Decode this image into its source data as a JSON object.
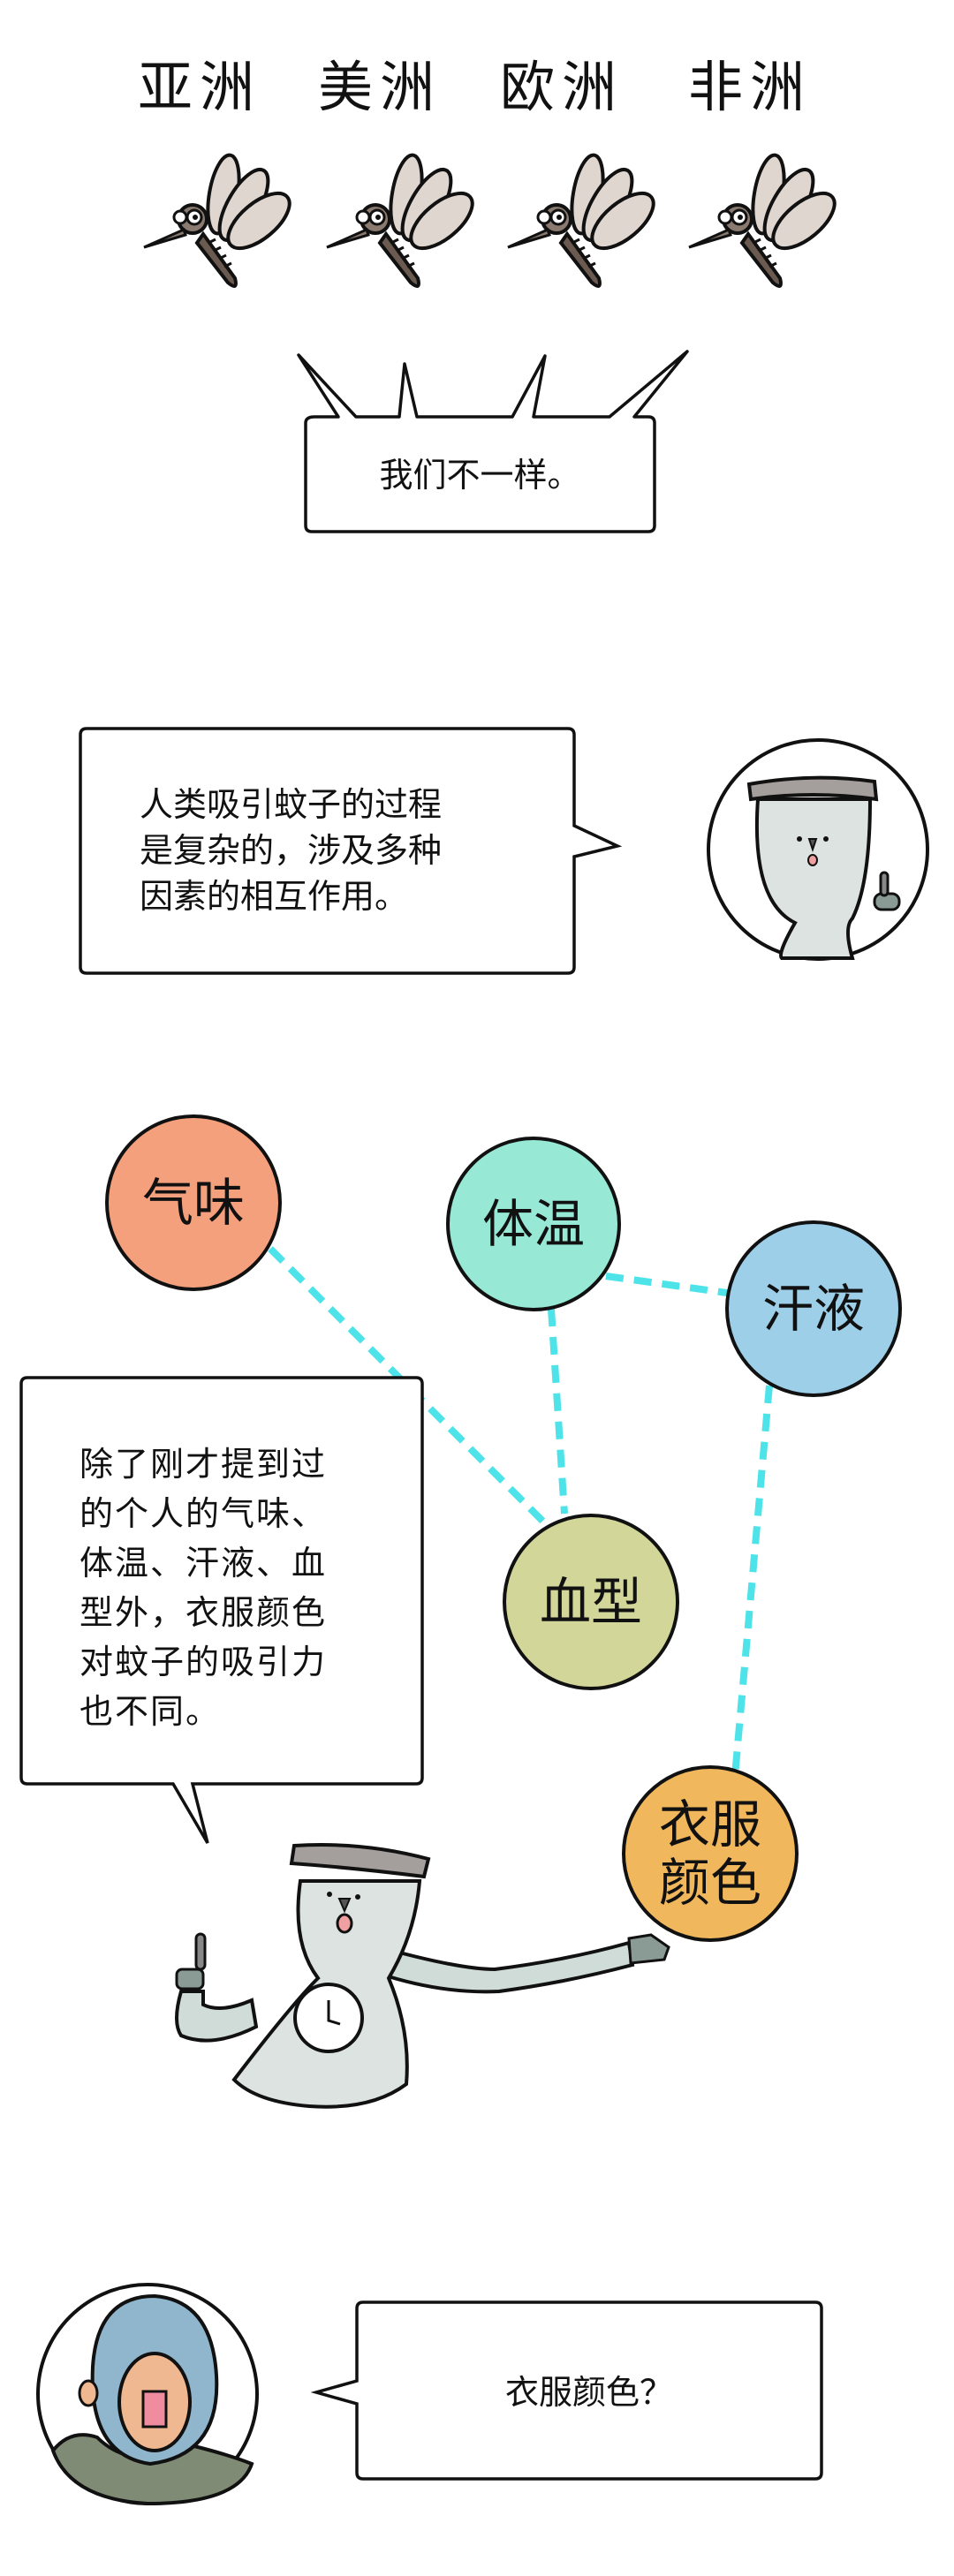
{
  "continents": [
    "亚洲",
    "美洲",
    "欧洲",
    "非洲"
  ],
  "panel1": {
    "speech": "我们不一样。"
  },
  "panel2": {
    "speech_lines": [
      "人类吸引蚊子的过程",
      "是复杂的，涉及多种",
      "因素的相互作用。"
    ]
  },
  "factors": {
    "odor": "气味",
    "body_temp": "体温",
    "sweat": "汗液",
    "blood_type": "血型",
    "clothing_color_line1": "衣服",
    "clothing_color_line2": "颜色"
  },
  "panel3": {
    "speech_lines": [
      "除了刚才提到过",
      "的个人的气味、",
      "体温、汗液、血",
      "型外，衣服颜色",
      "对蚊子的吸引力",
      "也不同。"
    ]
  },
  "panel4": {
    "speech": "衣服颜色？"
  },
  "colors": {
    "odor": "#f4a07c",
    "body_temp": "#98e8d6",
    "sweat": "#9dcfe9",
    "blood_type": "#d2d699",
    "clothing_color": "#f0b75c",
    "connector": "#4de3e8"
  }
}
